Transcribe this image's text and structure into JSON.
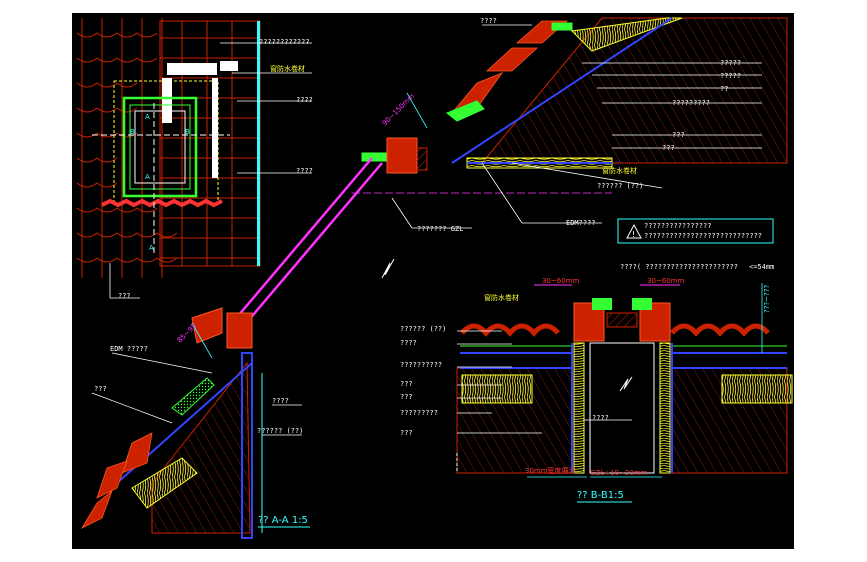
{
  "colors": {
    "background": "#000000",
    "tile_red": "#cc2200",
    "flashing_green": "#33ff33",
    "membrane_magenta": "#ff33ff",
    "insulation_yellow": "#ffff33",
    "dimension_cyan": "#33ffff",
    "structure_blue": "#3344ff"
  },
  "plan": {
    "label_top": "????????????",
    "label_membrane": "窗防水卷材",
    "label_mid": "????",
    "label_low": "????",
    "label_bottom": "???",
    "marker_b_left": "B",
    "marker_b_right": "B",
    "marker_a_top": "A",
    "marker_a_bottom": "A",
    "marker_a_lower": "A"
  },
  "section_a": {
    "label_top": "????",
    "labels_right": [
      "?????",
      "?????",
      "??",
      "?????????",
      "???",
      "???"
    ],
    "membrane_right": "窗防水卷材",
    "label_pvc": "?????? (??)",
    "dim_top": "90~150mm",
    "label_profile": "??????? GZL",
    "label_edm_right": "EDM????",
    "label_edm_left": "EDM ?????",
    "dim_bottom": "85~95",
    "label_left_low": "???",
    "label_right_low1": "????",
    "label_right_low2": "?????? (??)",
    "title": "?? A-A 1:5"
  },
  "warning": {
    "line1": "????????????????",
    "line2": "????????????????????????????"
  },
  "section_b": {
    "label_top": "????(  ??????????????????????",
    "label_top_dim": "<=54mm",
    "dim_left": "30~60mm",
    "dim_right": "30~60mm",
    "membrane": "窗防水卷材",
    "labels_left": [
      "?????? (??)",
      "????",
      "??????????",
      "???",
      "???",
      "?????????",
      "???"
    ],
    "label_center": "????",
    "label_right_vert": "???~???",
    "dim_bottom_left": "30mm宽度展示",
    "dim_bottom_right": "GZL+10~20mm",
    "title": "?? B-B1:5"
  }
}
